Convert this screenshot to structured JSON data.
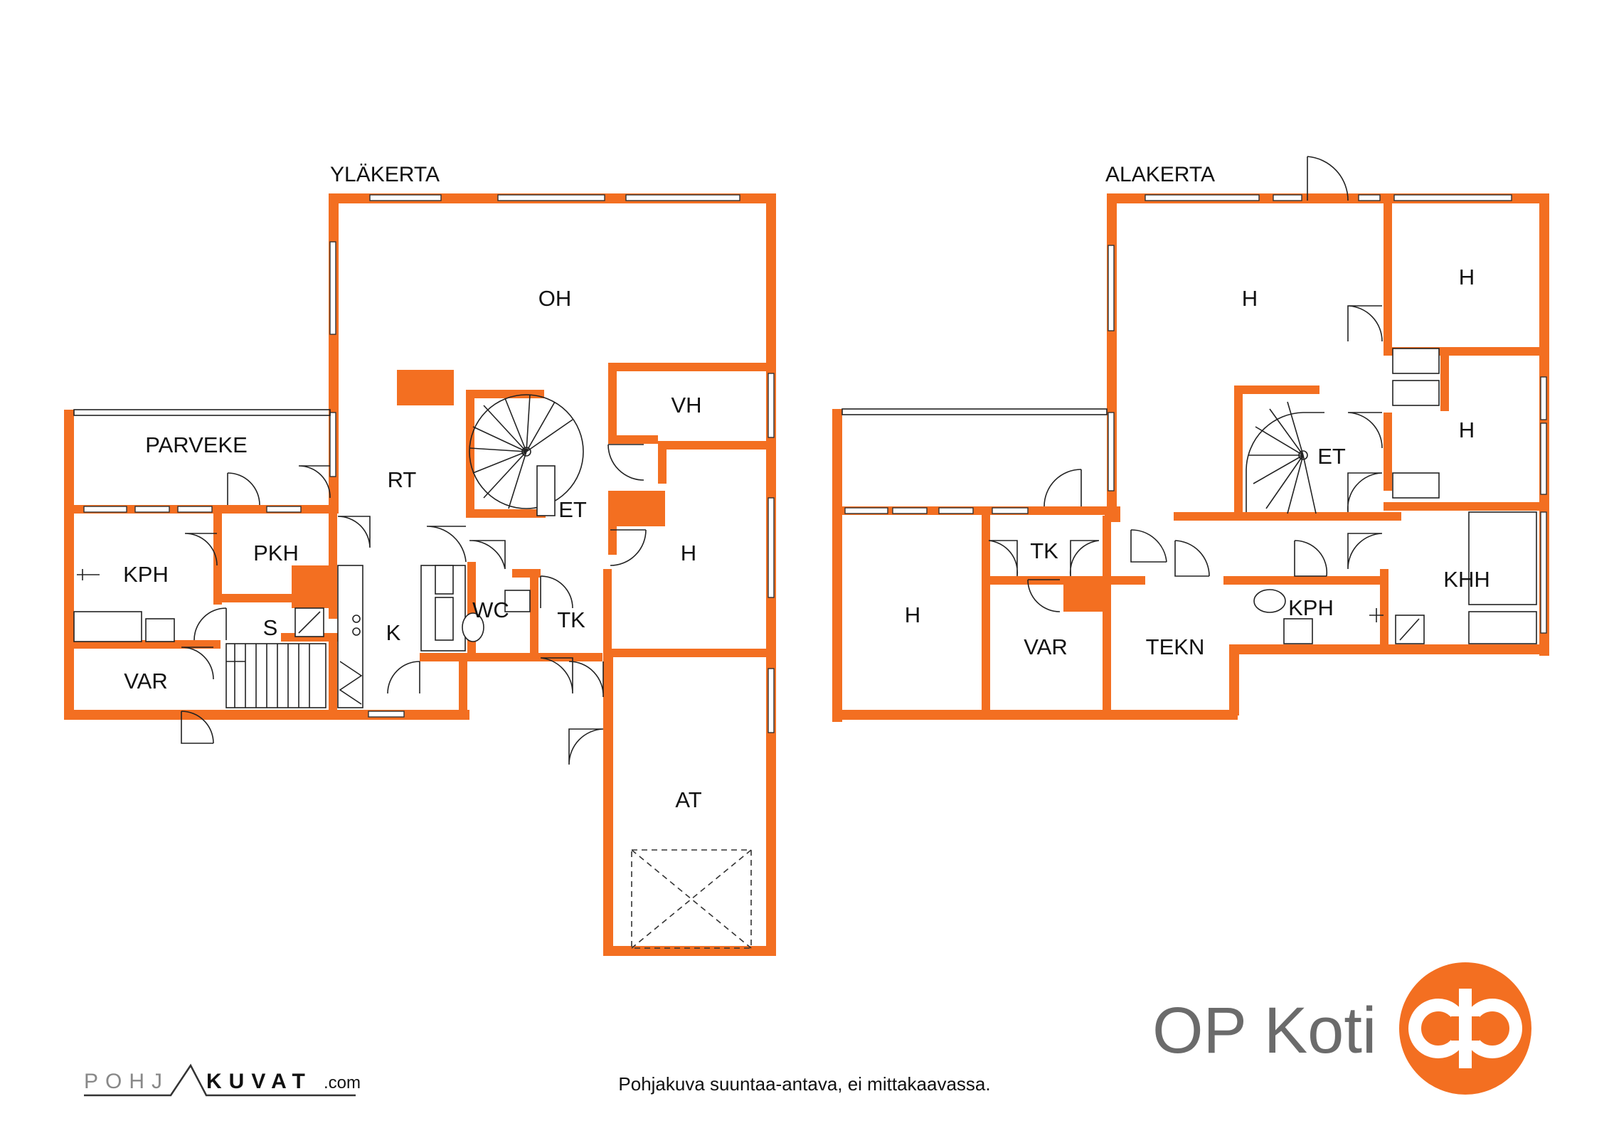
{
  "floors": {
    "upper": "YLÄKERTA",
    "lower": "ALAKERTA"
  },
  "rooms": {
    "upper": {
      "oh": "OH",
      "vh": "VH",
      "parveke": "PARVEKE",
      "rt": "RT",
      "et": "ET",
      "h": "H",
      "kph": "KPH",
      "pkh": "PKH",
      "s": "S",
      "k": "K",
      "wc": "WC",
      "tk": "TK",
      "var": "VAR",
      "at": "AT"
    },
    "lower": {
      "h_main": "H",
      "h_top_right": "H",
      "h_mid_right": "H",
      "et": "ET",
      "h_left": "H",
      "tk": "TK",
      "var": "VAR",
      "tekn": "TEKN",
      "kph": "KPH",
      "khh": "KHH"
    }
  },
  "disclaimer": "Pohjakuva suuntaa-antava, ei mittakaavassa.",
  "brand": {
    "name": "OP Koti",
    "logo_color": "#f36f21",
    "logo_text": "op"
  },
  "credit": {
    "logo_text": "POHJAKUVAT.com"
  },
  "colors": {
    "wall": "#f36f21",
    "line": "#222222"
  }
}
